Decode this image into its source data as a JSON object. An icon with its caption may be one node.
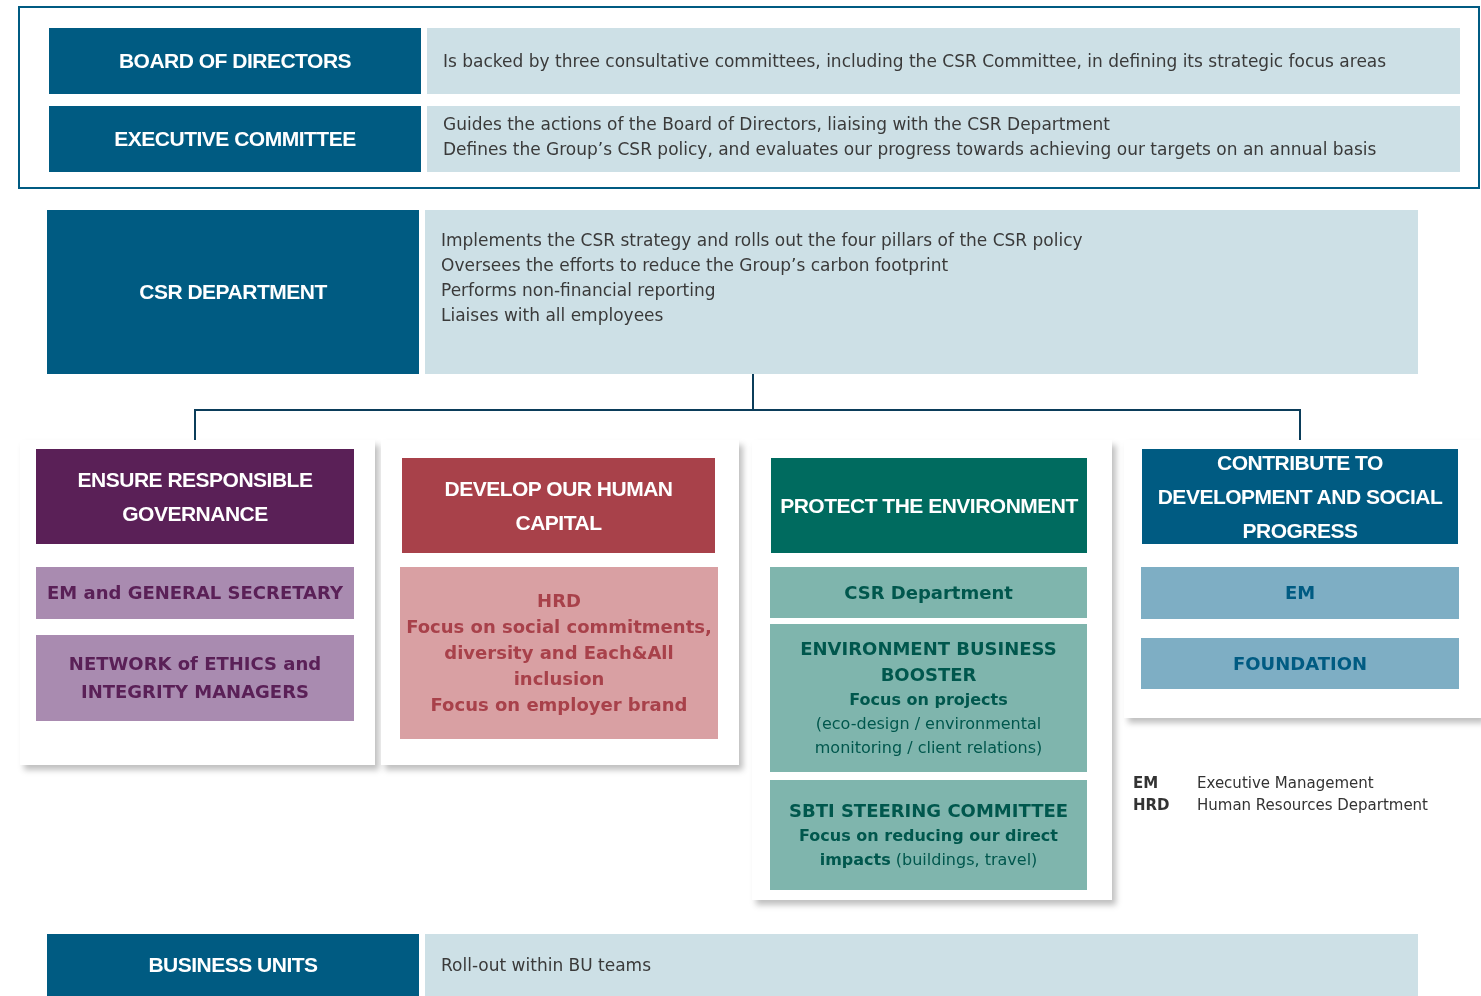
{
  "diagram": {
    "nodes": [
      {
        "text": [],
        "shape": "box"
      },
      {
        "text": [
          "BOARD OF DIRECTORS"
        ],
        "in": 0
      },
      {
        "text": [
          "Is backed by three consultative committees, including the CSR Committee, in defining its strategic focus areas"
        ],
        "in": 0
      },
      {
        "text": [
          "EXECUTIVE COMMITTEE"
        ],
        "in": 0
      },
      {
        "text": [
          "Guides the actions of the Board of Directors, liaising with the CSR Department",
          "Defines the Group’s CSR policy, and evaluates our progress towards achieving our targets on an annual basis"
        ],
        "in": 0
      },
      {
        "text": [
          "CSR DEPARTMENT"
        ]
      },
      {
        "text": [
          "Implements the CSR strategy and rolls out the four pillars of the CSR policy",
          "Oversees the efforts to reduce the Group’s carbon footprint",
          "Performs non-financial reporting",
          "Liaises with all employees"
        ]
      },
      {
        "text": [
          "ENSURE RESPONSIBLE GOVERNANCE"
        ]
      },
      {
        "text": [
          "EM and GENERAL SECRETARY"
        ]
      },
      {
        "text": [
          "NETWORK of ETHICS and INTEGRITY MANAGERS"
        ]
      },
      {
        "text": [
          "DEVELOP OUR HUMAN CAPITAL"
        ]
      },
      {
        "text": [
          "HRD",
          "Focus on social commitments, diversity and Each&All inclusion",
          "Focus on employer brand"
        ]
      },
      {
        "text": [
          "PROTECT THE ENVIRONMENT"
        ]
      },
      {
        "text": [
          "CSR Department"
        ]
      },
      {
        "text": [
          "ENVIRONMENT BUSINESS BOOSTER",
          "Focus on projects",
          "(eco-design / environmental monitoring / client relations)"
        ]
      },
      {
        "text": [
          "SBTI STEERING COMMITTEE",
          "**Focus on reducing our direct impacts** (buildings, travel)"
        ]
      },
      {
        "text": [
          "CONTRIBUTE TO DEVELOPMENT AND SOCIAL PROGRESS"
        ]
      },
      {
        "text": [
          "EM"
        ]
      },
      {
        "text": [
          "FOUNDATION"
        ]
      },
      {
        "text": [
          "BUSINESS UNITS"
        ]
      },
      {
        "text": [
          "Roll-out within BU teams"
        ]
      }
    ],
    "edges": [
      {
        "from": 6,
        "to": 7,
        "arrow": "none"
      },
      {
        "from": 6,
        "to": 16,
        "arrow": "none"
      }
    ],
    "labels": [
      "EM",
      "Executive Management",
      "HRD",
      "Human Resources Department"
    ]
  }
}
